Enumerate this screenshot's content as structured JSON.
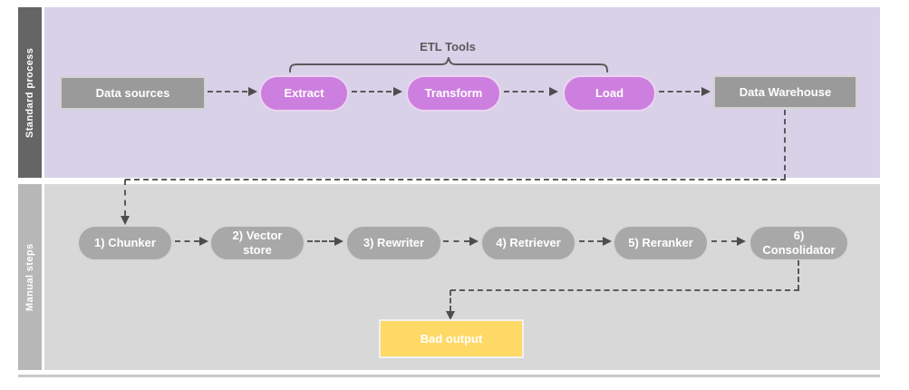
{
  "lanes": {
    "standard": {
      "label": "Standard process"
    },
    "manual": {
      "label": "Manual steps"
    }
  },
  "annotations": {
    "etl_tools": "ETL Tools"
  },
  "nodes": {
    "data_sources": {
      "label": "Data sources"
    },
    "extract": {
      "label": "Extract"
    },
    "transform": {
      "label": "Transform"
    },
    "load": {
      "label": "Load"
    },
    "data_warehouse": {
      "label": "Data Warehouse"
    },
    "chunker": {
      "label": "1) Chunker"
    },
    "vector_store": {
      "label": "2) Vector store"
    },
    "rewriter": {
      "label": "3) Rewriter"
    },
    "retriever": {
      "label": "4) Retriever"
    },
    "reranker": {
      "label": "5) Reranker"
    },
    "consolidator": {
      "label": "6) Consolidator"
    },
    "bad_output": {
      "label": "Bad output"
    }
  },
  "colors": {
    "lane_standard_bg": "#d8d1e8",
    "lane_standard_label_bg": "#656565",
    "lane_manual_bg": "#d8d8d8",
    "lane_manual_label_bg": "#b7b7b7",
    "gray_box": "#9a9a9a",
    "purple_pill": "#cd7fdf",
    "gray_pill": "#a8a8a8",
    "yellow_box": "#ffd966",
    "connector": "#595959",
    "node_text": "#ffffff"
  }
}
